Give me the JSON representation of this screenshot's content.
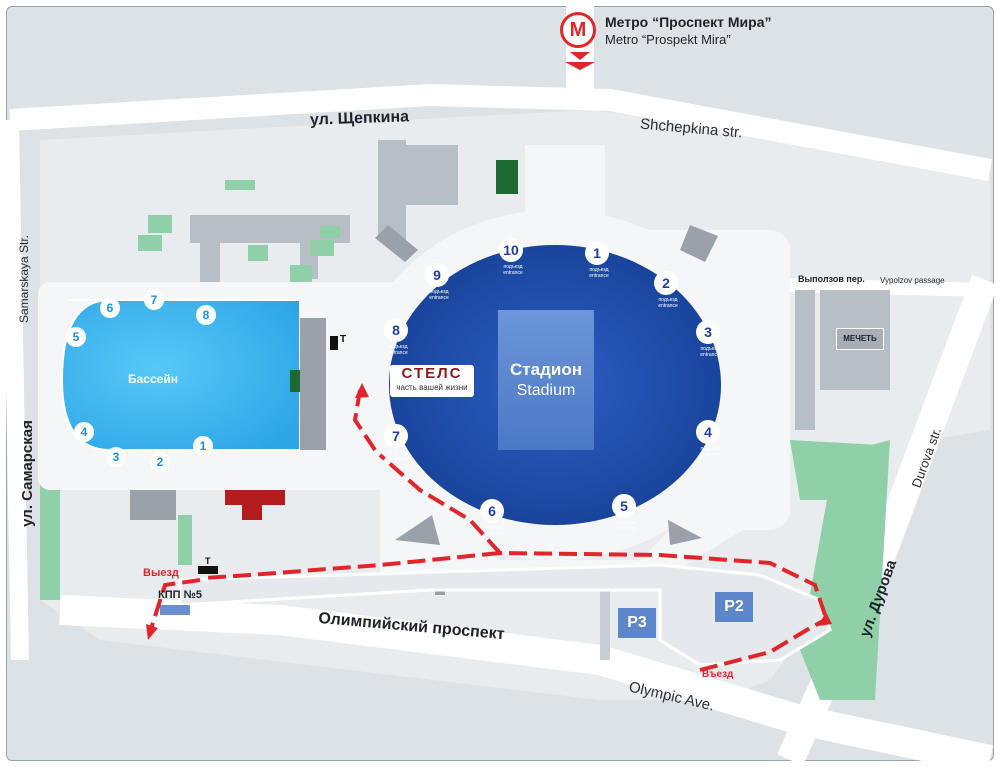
{
  "metro": {
    "name_ru": "Метро “Проспект Мира”",
    "name_en": "Metro “Prospekt Mira”",
    "logo_letter": "M",
    "color": "#e0262b"
  },
  "streets": {
    "shchepkina_ru": "ул. Щепкина",
    "shchepkina_en": "Shchepkina str.",
    "samarskaya_ru": "ул. Самарская",
    "samarskaya_en": "Samarskaya Str.",
    "durova_ru": "ул. Дурова",
    "durova_en": "Durova str.",
    "olympic_ru": "Олимпийский проспект",
    "olympic_en": "Olympic Ave.",
    "vypolzov_ru": "Выползов пер.",
    "vypolzov_en": "Vypolzov passage"
  },
  "stadium": {
    "name_ru": "Стадион",
    "name_en": "Stadium",
    "brand_logo": "СТЕЛС",
    "brand_slogan": "часть вашей жизни",
    "entrance_ru": "подъезд",
    "entrance_en": "entrance",
    "gates": [
      "1",
      "2",
      "3",
      "4",
      "5",
      "6",
      "7",
      "8",
      "9",
      "10"
    ]
  },
  "pool": {
    "name": "Бассейн",
    "gates": [
      "1",
      "2",
      "3",
      "4",
      "5",
      "6",
      "7",
      "8"
    ]
  },
  "buildings": {
    "mosque": "МЕЧЕТЬ"
  },
  "parking": {
    "p2": "P2",
    "p3": "P3"
  },
  "route": {
    "exit": "Выезд",
    "entry": "Въезд",
    "checkpoint": "КПП №5",
    "toilet_a": "T",
    "toilet_b": "T"
  },
  "colors": {
    "stadium_blue": "#1a4a9f",
    "pool_blue": "#3fb6ef",
    "greenery": "#8fd0a8",
    "route_red": "#e0262b"
  }
}
